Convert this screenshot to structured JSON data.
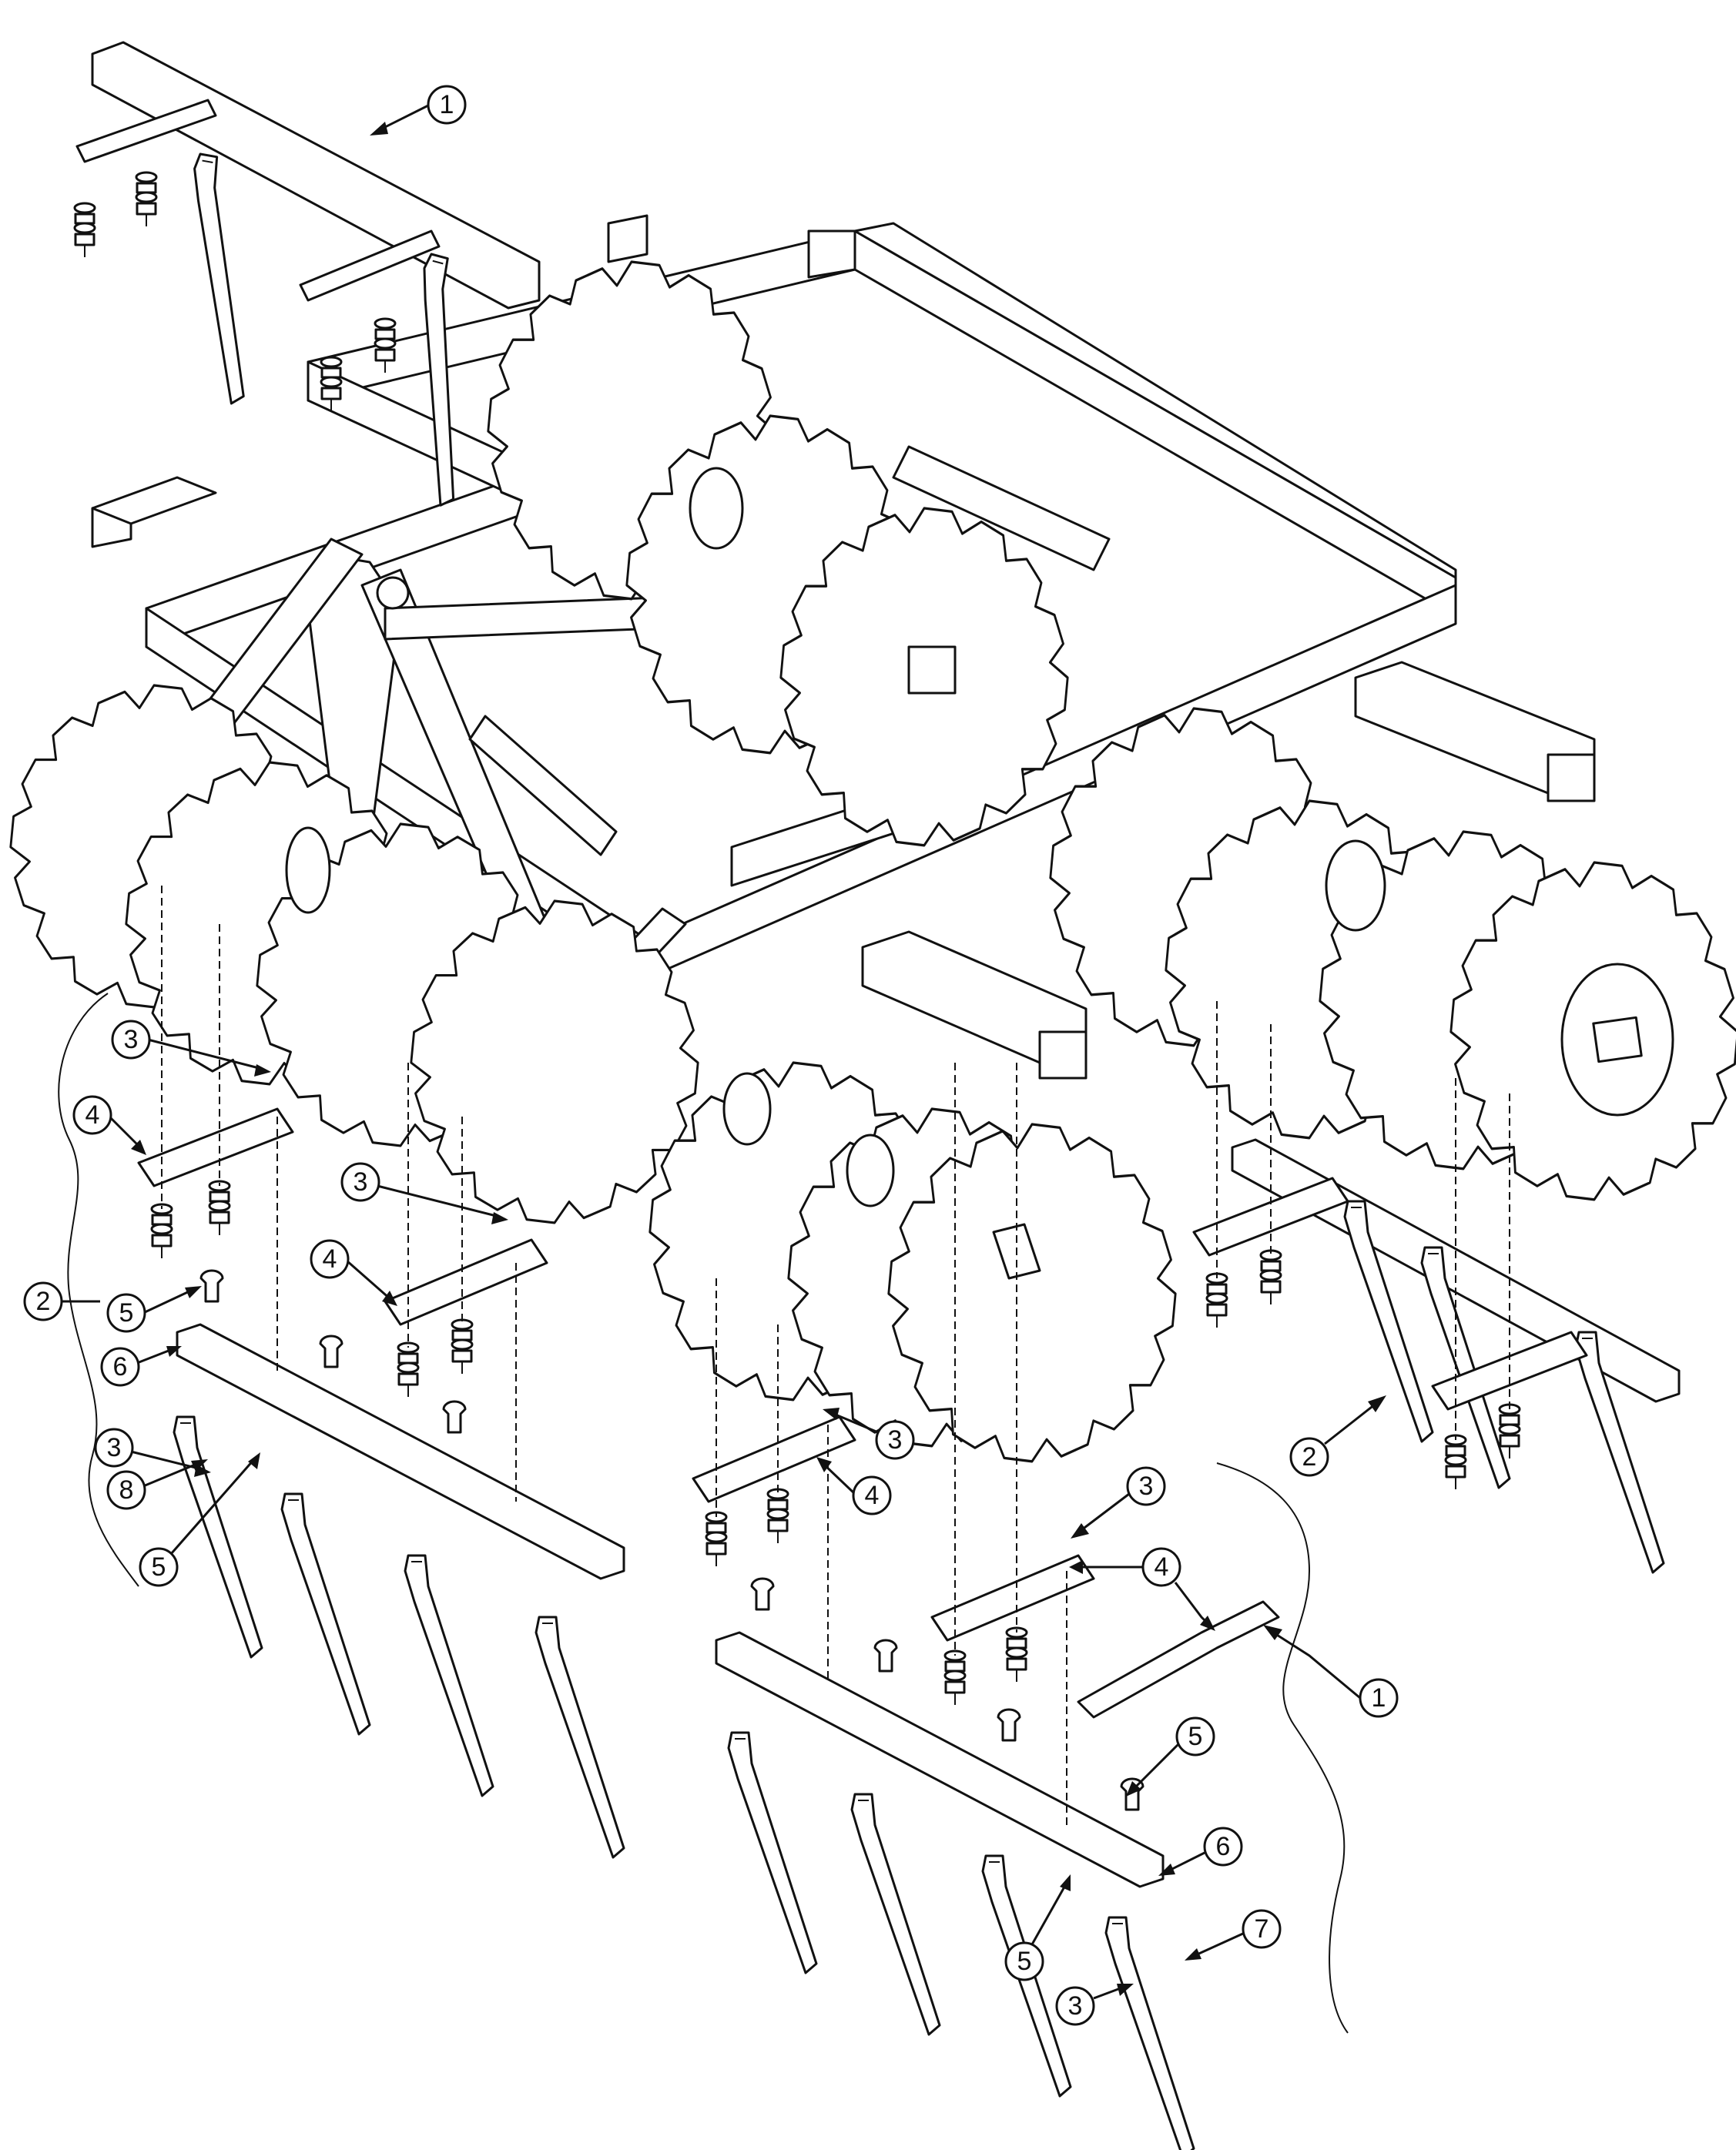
{
  "callouts": [
    {
      "id": "c1a",
      "label": "1"
    },
    {
      "id": "c1b",
      "label": "1"
    },
    {
      "id": "c2a",
      "label": "2"
    },
    {
      "id": "c2b",
      "label": "2"
    },
    {
      "id": "c3a",
      "label": "3"
    },
    {
      "id": "c3b",
      "label": "3"
    },
    {
      "id": "c3c",
      "label": "3"
    },
    {
      "id": "c3d",
      "label": "3"
    },
    {
      "id": "c3e",
      "label": "3"
    },
    {
      "id": "c3f",
      "label": "3"
    },
    {
      "id": "c4a",
      "label": "4"
    },
    {
      "id": "c4b",
      "label": "4"
    },
    {
      "id": "c4c",
      "label": "4"
    },
    {
      "id": "c4d",
      "label": "4"
    },
    {
      "id": "c5a",
      "label": "5"
    },
    {
      "id": "c5b",
      "label": "5"
    },
    {
      "id": "c5c",
      "label": "5"
    },
    {
      "id": "c5d",
      "label": "5"
    },
    {
      "id": "c6a",
      "label": "6"
    },
    {
      "id": "c6b",
      "label": "6"
    },
    {
      "id": "c7a",
      "label": "7"
    },
    {
      "id": "c8a",
      "label": "8"
    }
  ]
}
